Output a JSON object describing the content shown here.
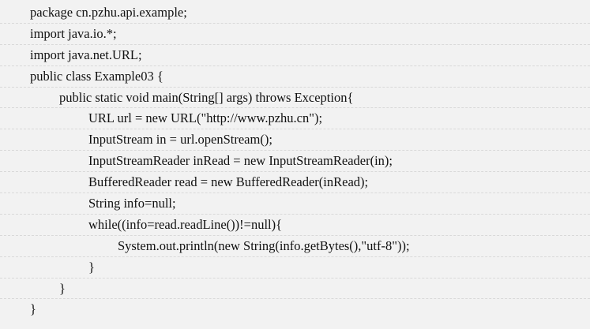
{
  "code": {
    "lines": [
      "package cn.pzhu.api.example;",
      "import java.io.*;",
      "import java.net.URL;",
      "public class Example03 {",
      "public static void main(String[] args) throws Exception{",
      "URL url = new URL(\"http://www.pzhu.cn\");",
      "InputStream in = url.openStream();",
      "InputStreamReader inRead = new InputStreamReader(in);",
      "BufferedReader read = new BufferedReader(inRead);",
      "String info=null;",
      "while((info=read.readLine())!=null){",
      "System.out.println(new String(info.getBytes(),\"utf-8\"));",
      "}",
      "}",
      "}"
    ]
  }
}
